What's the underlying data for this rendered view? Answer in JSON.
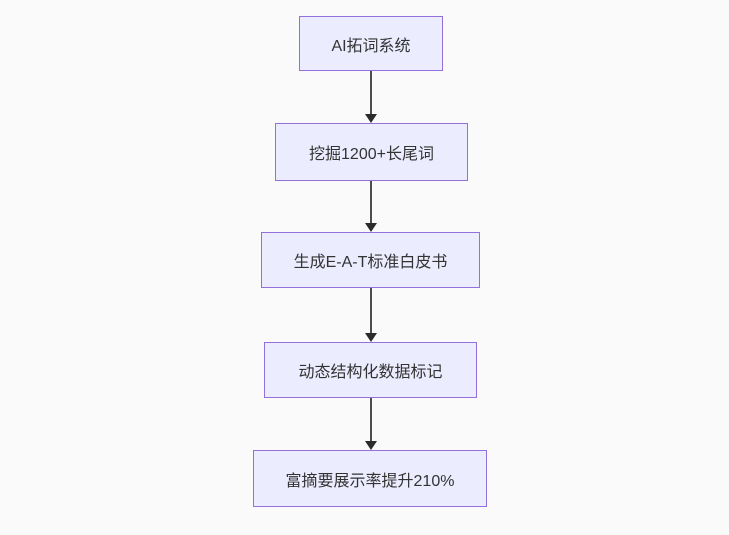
{
  "diagram": {
    "type": "flowchart",
    "direction": "top-down",
    "colors": {
      "background": "#fafafa",
      "node_fill": "#ececff",
      "node_border": "#9370db",
      "node_text": "#333333",
      "arrow_line": "#4d4d4d",
      "arrow_head": "#2b2b2b"
    },
    "nodes": [
      {
        "id": "n1",
        "label": "AI拓词系统"
      },
      {
        "id": "n2",
        "label": "挖掘1200+长尾词"
      },
      {
        "id": "n3",
        "label": "生成E-A-T标准白皮书"
      },
      {
        "id": "n4",
        "label": "动态结构化数据标记"
      },
      {
        "id": "n5",
        "label": "富摘要展示率提升210%"
      }
    ],
    "edges": [
      {
        "from": "n1",
        "to": "n2",
        "style": "arrow-down"
      },
      {
        "from": "n2",
        "to": "n3",
        "style": "arrow-down"
      },
      {
        "from": "n3",
        "to": "n4",
        "style": "arrow-down"
      },
      {
        "from": "n4",
        "to": "n5",
        "style": "arrow-down"
      }
    ]
  }
}
